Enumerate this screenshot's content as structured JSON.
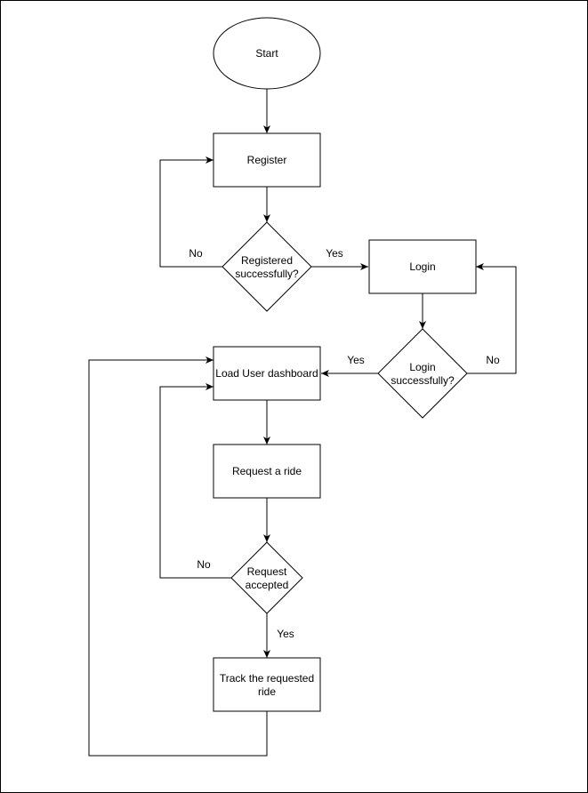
{
  "nodes": {
    "start": "Start",
    "register": "Register",
    "registered_q": [
      "Registered",
      "successfully?"
    ],
    "login": "Login",
    "login_q": [
      "Login",
      "successfully?"
    ],
    "dashboard": "Load User dashboard",
    "request": "Request a ride",
    "accepted_q": [
      "Request",
      "accepted"
    ],
    "track": [
      "Track the requested",
      "ride"
    ]
  },
  "edges": {
    "reg_no": "No",
    "reg_yes": "Yes",
    "login_no": "No",
    "login_yes": "Yes",
    "accepted_no": "No",
    "accepted_yes": "Yes"
  },
  "colors": {
    "stroke": "#000000",
    "fill": "#ffffff",
    "text": "#000000"
  }
}
